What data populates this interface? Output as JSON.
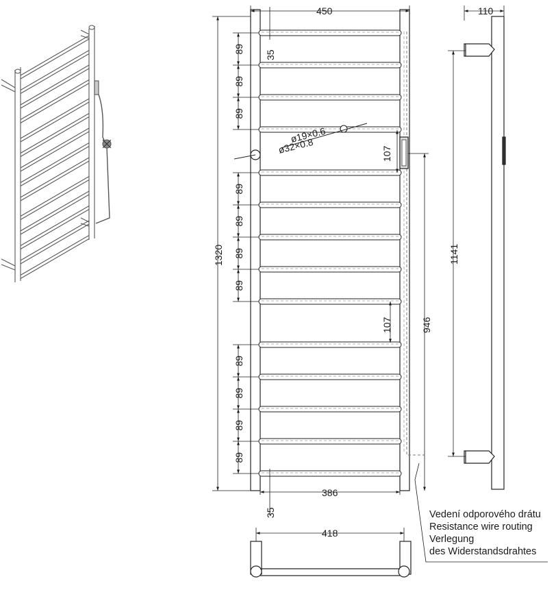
{
  "dimensions": {
    "overall_width": "450",
    "depth": "110",
    "overall_height": "1320",
    "bar_pitch": "89",
    "top_offset": "35",
    "bottom_offset": "35",
    "group_gap": "107",
    "inner_width": "386",
    "mount_height": "1141",
    "wire_length": "946",
    "bottom_width": "418",
    "tube_main": "ø32×0.8",
    "tube_bar": "ø19×0.6"
  },
  "legend": {
    "cs": "Vedení odporového drátu",
    "en": "Resistance wire routing",
    "de_line1": "Verlegung",
    "de_line2": "des Widerstandsdrahtes"
  }
}
